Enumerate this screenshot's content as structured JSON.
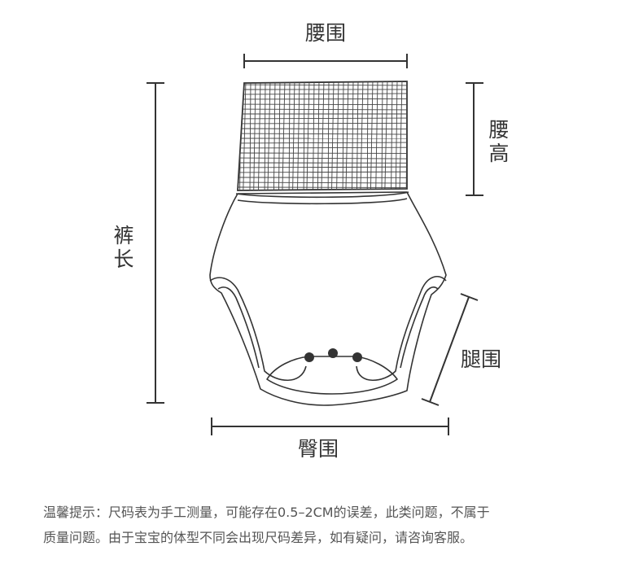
{
  "labels": {
    "waist_circumference": "腰围",
    "waist_height_char1": "腰",
    "waist_height_char2": "高",
    "pants_length_char1": "裤",
    "pants_length_char2": "长",
    "leg_circumference": "腿围",
    "hip_circumference": "臀围"
  },
  "note": {
    "line1": "温馨提示：尺码表为手工测量，可能存在0.5–2CM的误差，此类问题，不属于",
    "line2": "质量问题。由于宝宝的体型不同会出现尺码差异，如有疑问，请咨询客服。"
  },
  "colors": {
    "line": "#333333",
    "text": "#333333",
    "note_text": "#555555"
  }
}
